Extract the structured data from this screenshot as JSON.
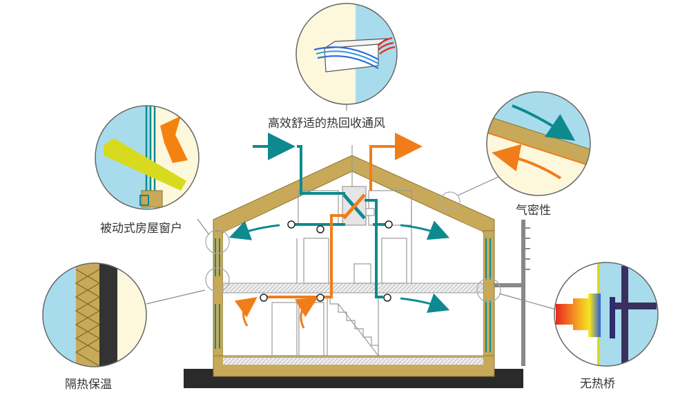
{
  "callouts": {
    "heat_recovery": "高效舒适的热回收通风",
    "airtightness": "气密性",
    "passive_windows": "被动式房屋窗户",
    "insulation": "隔热保温",
    "thermal_bridge_free": "无热桥"
  },
  "colors": {
    "wall": "#c8a95a",
    "wall_edge": "#8a7330",
    "fresh_air": "#0e8a8f",
    "exhaust_air": "#f07d1a",
    "ground": "#2a2a2a",
    "sky_blue": "#a8dcec",
    "cream": "#fdf7dc",
    "leader_line": "#888888"
  }
}
